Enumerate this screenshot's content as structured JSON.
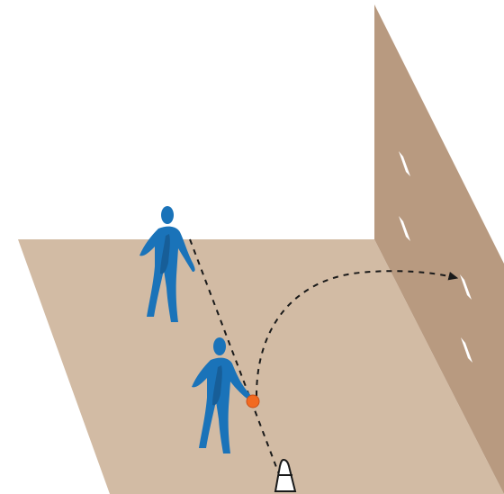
{
  "diagram": {
    "colors": {
      "background": "#ffffff",
      "floor": "#d2bba4",
      "wall": "#b89a80",
      "wall_slit": "#ffffff",
      "player": "#1a73b9",
      "player_shade": "#175e98",
      "ball": "#f26a21",
      "ball_outline": "#c9511a",
      "trajectory": "#1a1a1a",
      "cone_fill": "#ffffff",
      "cone_stroke": "#1a1a1a"
    },
    "elements": {
      "floor": "court-floor",
      "wall": "side-wall",
      "players": [
        "player-back",
        "player-front"
      ],
      "ball": "ball",
      "cone": "marker-cone",
      "paths": [
        "line-of-sight-dashed",
        "ball-trajectory-dashed-arrow"
      ]
    }
  }
}
